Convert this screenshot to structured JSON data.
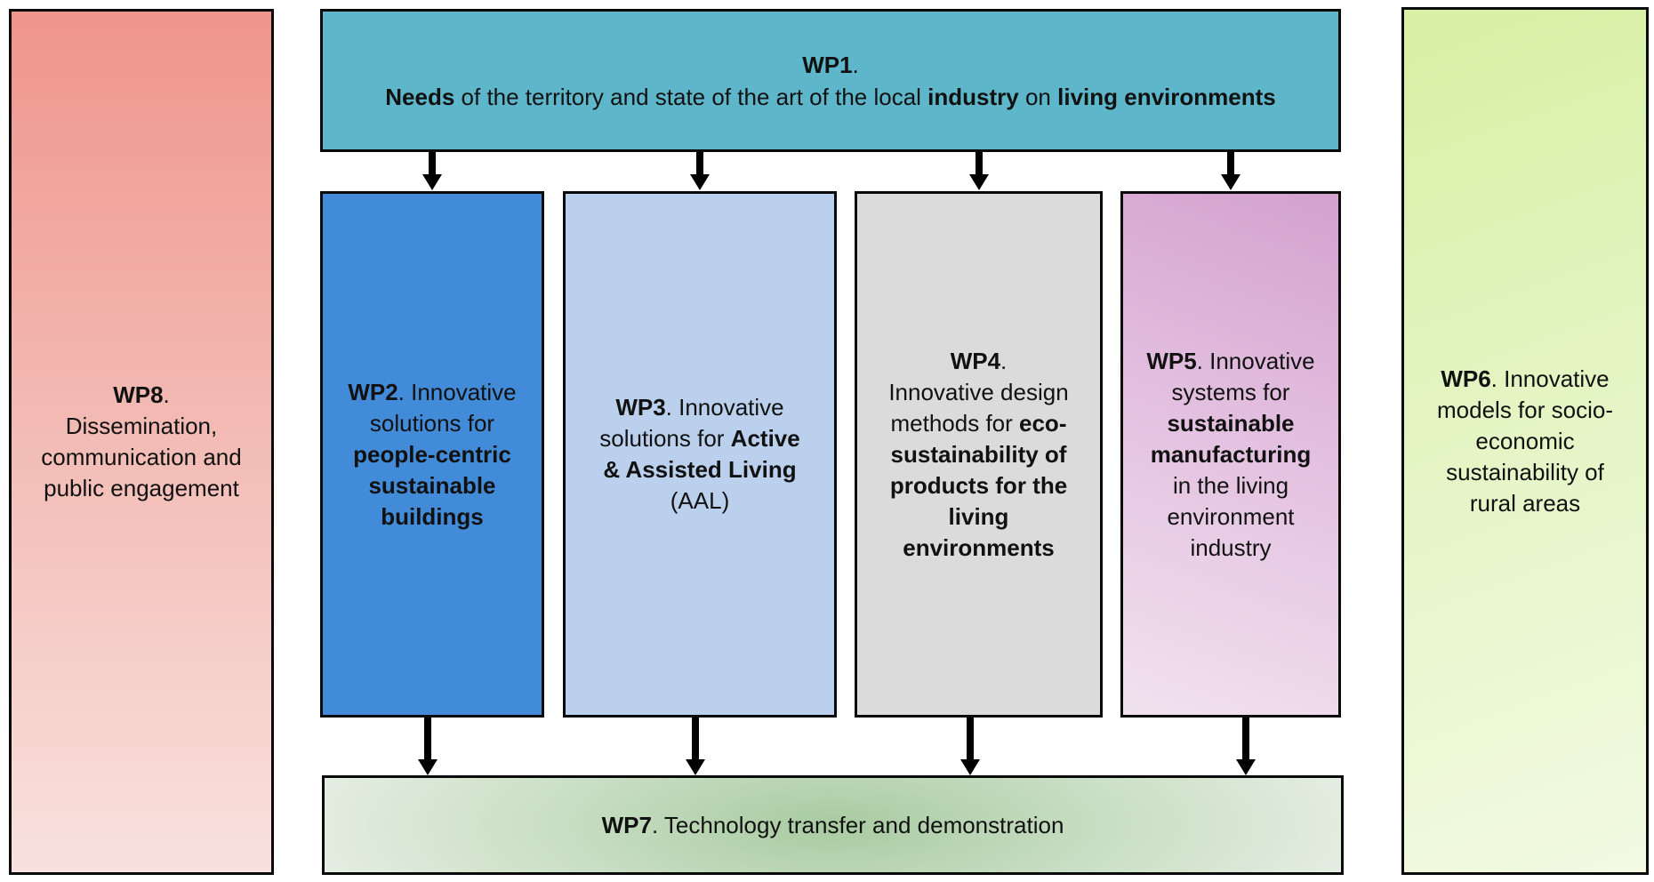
{
  "wp8": {
    "code": "WP8",
    "rest": ".",
    "line2": "Dissemination,",
    "line3": "communication and",
    "line4": "public engagement"
  },
  "wp1": {
    "code": "WP1",
    "rest": ".",
    "needs": "Needs",
    "mid1": " of the territory and state of the art of the local ",
    "industry": "industry",
    "mid2": " on ",
    "living": "living environments"
  },
  "wp2": {
    "code": "WP2",
    "rest": ". Innovative solutions for ",
    "bold": "people-centric sustainable buildings"
  },
  "wp3": {
    "code": "WP3",
    "rest": ". Innovative solutions for ",
    "bold": "Active & Assisted Living",
    "tail": "(AAL)"
  },
  "wp4": {
    "code": "WP4",
    "rest": ".",
    "line2": "Innovative design methods for ",
    "bold": "eco-sustainability of products  for the living environments"
  },
  "wp5": {
    "code": "WP5",
    "rest": ". Innovative systems for ",
    "bold": "sustainable manufacturing",
    "tail": " in the living environment industry"
  },
  "wp6": {
    "code": "WP6",
    "rest": ". Innovative models for socio-economic sustainability of rural areas"
  },
  "wp7": {
    "code": "WP7",
    "rest": ". Technology transfer and demonstration"
  },
  "colors": {
    "wp1": "#5db6c9",
    "wp2": "#428bd8",
    "wp3": "#bad0ec",
    "wp4": "#dbdbdb",
    "wp5": "#d4a1cf",
    "wp6": "#d7f0a2",
    "wp7": "#a8cba1",
    "wp8": "#ef958b"
  }
}
